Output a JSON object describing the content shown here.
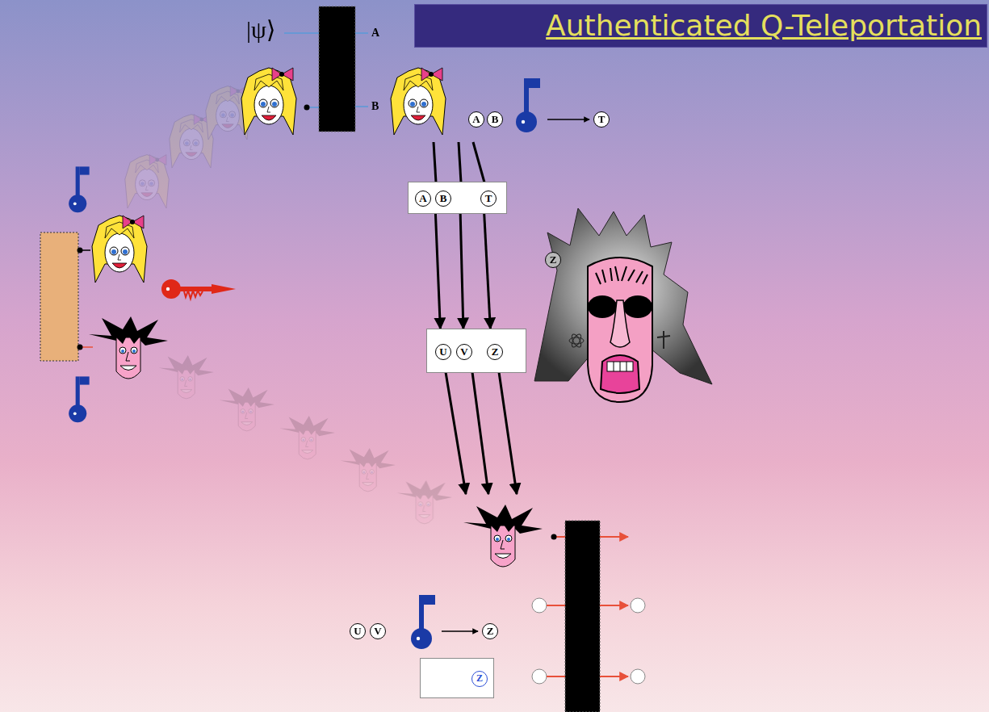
{
  "diagram": {
    "title": "Authenticated Q-Teleportation",
    "nodes": [
      {
        "text": [
          "A",
          "B",
          "T"
        ]
      },
      {
        "text": [
          "U",
          "V",
          "Z"
        ]
      },
      {
        "text": [
          "Z"
        ]
      }
    ],
    "edges": [
      {
        "from": 0,
        "to": 1,
        "arrow": "to"
      },
      {
        "from": 0,
        "to": 1,
        "arrow": "to"
      },
      {
        "from": 0,
        "to": 1,
        "arrow": "to"
      }
    ],
    "labels": [
      "|ψ⟩",
      "A",
      "B",
      "A",
      "B",
      "T",
      "Z",
      "U",
      "V",
      "Z"
    ]
  }
}
